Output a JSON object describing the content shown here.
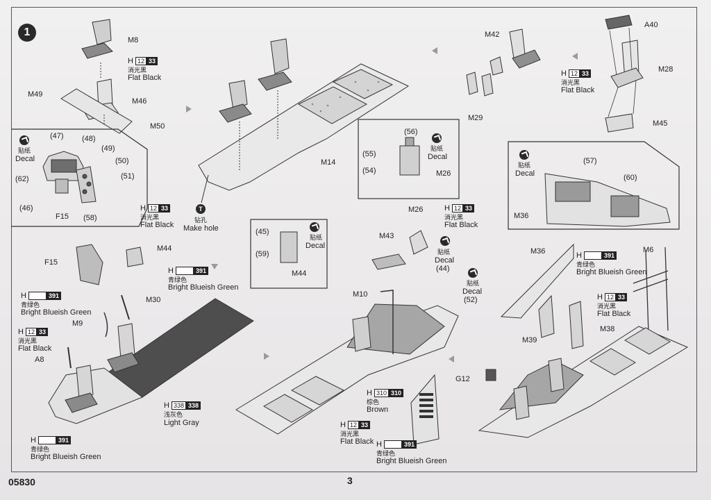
{
  "step": "1",
  "footer": {
    "code": "05830",
    "page": "3"
  },
  "paints": {
    "h12": {
      "prefix": "H",
      "code": "12",
      "num": "33",
      "cn": "消光黑",
      "en": "Flat Black"
    },
    "h391": {
      "prefix": "H",
      "code": "",
      "num": "391",
      "cn": "青绿色",
      "en": "Bright Blueish Green"
    },
    "h338": {
      "prefix": "H",
      "code": "338",
      "num": "338",
      "cn": "浅灰色",
      "en": "Light Gray"
    },
    "h310": {
      "prefix": "H",
      "code": "310",
      "num": "310",
      "cn": "棕色",
      "en": "Brown"
    }
  },
  "decal": {
    "cn": "贴纸",
    "en": "Decal"
  },
  "hole": {
    "cn": "钻孔",
    "en": "Make hole",
    "icon": "T"
  },
  "labels": {
    "M8": "M8",
    "M49": "M49",
    "M46": "M46",
    "M50": "M50",
    "M14": "M14",
    "M42": "M42",
    "M29": "M29",
    "A40": "A40",
    "M28": "M28",
    "M45": "M45",
    "n47": "(47)",
    "n48": "(48)",
    "n49": "(49)",
    "n50": "(50)",
    "n51": "(51)",
    "n62": "(62)",
    "n46": "(46)",
    "F15a": "F15",
    "n58": "(58)",
    "n56": "(56)",
    "n55": "(55)",
    "n54": "(54)",
    "M26a": "M26",
    "n57": "(57)",
    "n60": "(60)",
    "M36a": "M36",
    "F15b": "F15",
    "M44a": "M44",
    "M30": "M30",
    "M9": "M9",
    "A8": "A8",
    "n45": "(45)",
    "n59": "(59)",
    "M44b": "M44",
    "M26b": "M26",
    "M43": "M43",
    "M10": "M10",
    "n44": "(44)",
    "n52": "(52)",
    "M36b": "M36",
    "M6": "M6",
    "M38": "M38",
    "M39": "M39",
    "G12": "G12"
  }
}
